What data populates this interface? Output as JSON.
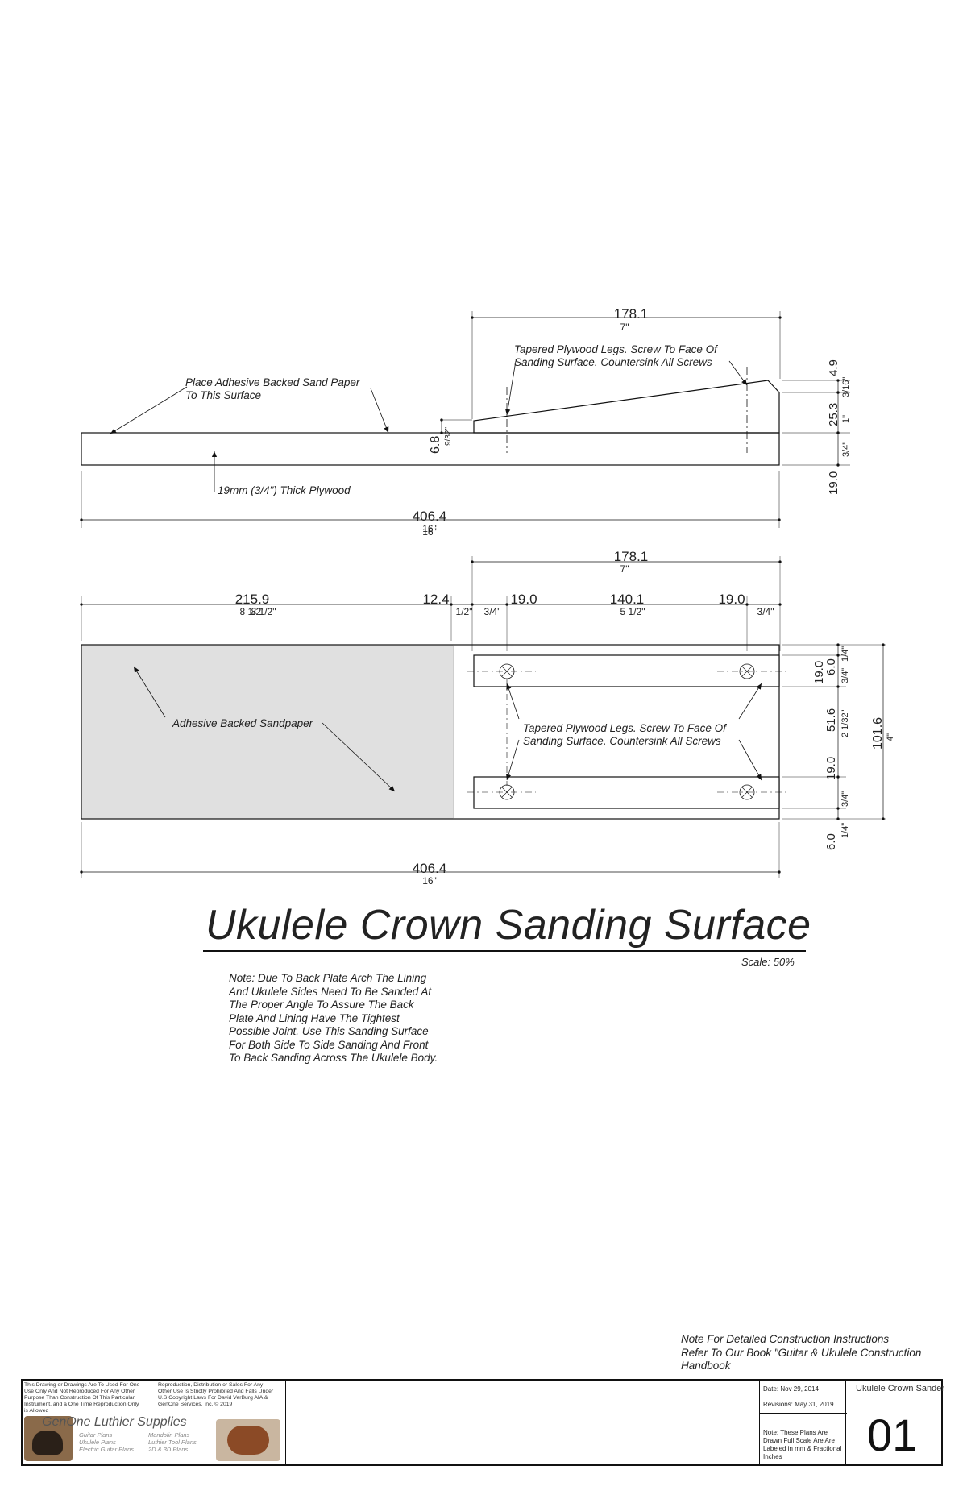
{
  "top_view": {
    "dim_total_mm": "406.4",
    "dim_total_in": "16\"",
    "dim_total_in_overlap": "16\"",
    "dim_legs_mm": "178.1",
    "dim_legs_in": "7\"",
    "dim_small_mm": "6.8",
    "dim_small_in": "9/32\"",
    "dim_r1_mm": "4.9",
    "dim_r1_in": "3/16\"",
    "dim_r2_mm": "25.3",
    "dim_r2_in": "1\"",
    "dim_r3_in": "3/4\"",
    "dim_r3_mm": "19.0",
    "note_sandpaper": "Place Adhesive Backed Sand Paper\nTo This Surface",
    "note_legs": "Tapered Plywood Legs. Screw To Face Of\nSanding Surface. Countersink All Screws",
    "note_plywood": "19mm (3/4\") Thick Plywood"
  },
  "plan_view": {
    "dim_legs_mm": "178.1",
    "dim_legs_in": "7\"",
    "dim_a_mm": "215.9",
    "dim_a_in": "8 1/2\"",
    "dim_a_in_overlap": "8 1/2\"",
    "dim_b_mm": "12.4",
    "dim_b_in": "1/2\"",
    "dim_c_mm": "19.0",
    "dim_c_in": "3/4\"",
    "dim_d_mm": "140.1",
    "dim_d_in": "5 1/2\"",
    "dim_e_mm": "19.0",
    "dim_e_in": "3/4\"",
    "dim_total_mm": "406.4",
    "dim_total_in": "16\"",
    "right_19a": "19.0",
    "right_6a": "6.0",
    "right_34a": "3/4\"",
    "right_14a": "1/4\"",
    "right_516": "51.6",
    "right_2132": "2 1/32\"",
    "right_19b": "19.0",
    "right_34b": "3/4\"",
    "right_6b": "6.0",
    "right_14b": "1/4\"",
    "right_1016": "101.6",
    "right_4in": "4\"",
    "note_sandpaper": "Adhesive Backed Sandpaper",
    "note_legs": "Tapered Plywood Legs. Screw To Face Of\nSanding Surface. Countersink All Screws"
  },
  "title": "Ukulele Crown Sanding Surface",
  "scale": "Scale: 50%",
  "note": "Note: Due To Back Plate Arch The Lining\nAnd Ukulele Sides Need To Be Sanded At\nThe Proper Angle To Assure The Back\nPlate And Lining Have The Tightest\nPossible Joint. Use This Sanding Surface\nFor Both Side To Side Sanding And Front\nTo Back Sanding Across The Ukulele Body.",
  "book_note": "Note For Detailed Construction Instructions\nRefer To Our Book \"Guitar & Ukulele Construction\nHandbook",
  "title_block": {
    "copyright_1": "This Drawing or Drawings Are To Used For One\nUse Only And Not Reproduced For Any Other\nPurpose Than Construction Of This Particular\nInstrument, and a One Time Reproduction Only\nis Allowed",
    "copyright_2": "Reproduction, Distribution or Sales For Any\nOther Use Is Strictly Prohibited And Falls Under\nU.S Copyright Laws For David VerBurg AIA &\nGenOne Services, Inc. © 2019",
    "brand": "GenOne Luthier Supplies",
    "links_left": "Guitar Plans\nUkulele Plans\nElectric Guitar Plans",
    "links_right": "Mandolin Plans\nLuthier Tool Plans\n2D & 3D Plans",
    "date": "Date: Nov 29, 2014",
    "revisions": "Revisions: May 31, 2019",
    "scale_note": "Note: These Plans Are\nDrawn Full Scale Are Are\nLabeled in mm & Fractional\nInches",
    "sheet_name": "Ukulele Crown Sander",
    "sheet_number": "01"
  }
}
